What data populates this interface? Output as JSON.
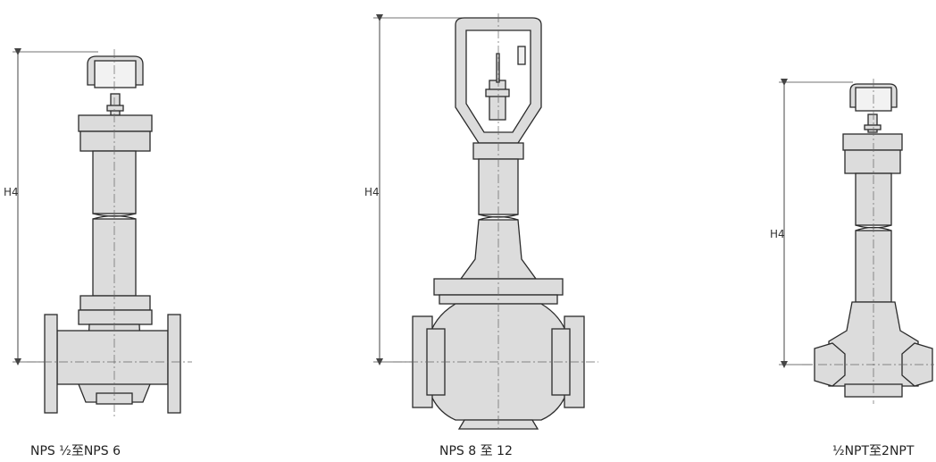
{
  "dimension_label": "H4",
  "figures": [
    {
      "caption": "NPS ½至NPS 6"
    },
    {
      "caption": "NPS 8 至 12"
    },
    {
      "caption": "½NPT至2NPT"
    }
  ],
  "colors": {
    "body_fill": "#dcdcdc",
    "outline": "#2b2b2b",
    "dim_line": "#444444"
  }
}
